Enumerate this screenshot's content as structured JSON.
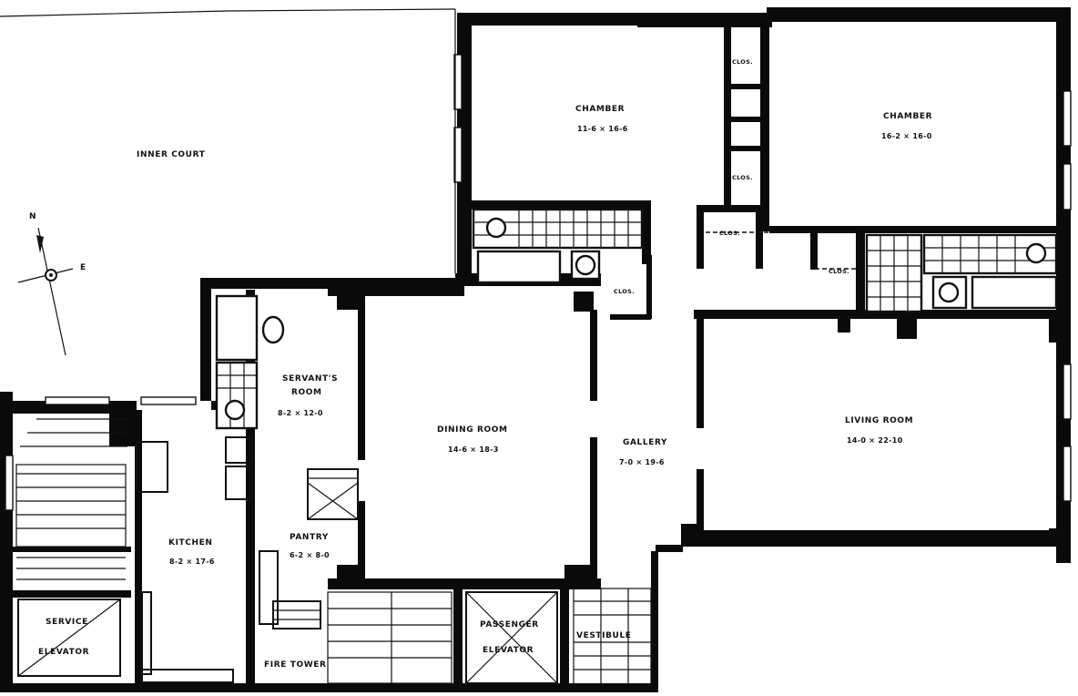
{
  "plan": {
    "inner_court": "INNER COURT",
    "compass": {
      "north": "N",
      "east": "E"
    },
    "rooms": {
      "chamber_1": {
        "name": "CHAMBER",
        "size": "11-6 × 16-6"
      },
      "chamber_2": {
        "name": "CHAMBER",
        "size": "16-2 × 16-0"
      },
      "servants_room": {
        "name_1": "SERVANT'S",
        "name_2": "ROOM",
        "size": "8-2 × 12-0"
      },
      "dining_room": {
        "name": "DINING ROOM",
        "size": "14-6 × 18-3"
      },
      "gallery": {
        "name": "GALLERY",
        "size": "7-0 × 19-6"
      },
      "living_room": {
        "name": "LIVING ROOM",
        "size": "14-0 × 22-10"
      },
      "kitchen": {
        "name": "KITCHEN",
        "size": "8-2 × 17-6"
      },
      "pantry": {
        "name": "PANTRY",
        "size": "6-2 × 8-0"
      },
      "service_elevator": {
        "name_1": "SERVICE",
        "name_2": "ELEVATOR"
      },
      "passenger_elevator": {
        "name_1": "PASSENGER",
        "name_2": "ELEVATOR"
      },
      "vestibule": {
        "name": "VESTIBULE"
      },
      "fire_tower": {
        "name": "FIRE TOWER"
      }
    },
    "closets": {
      "clos_1": "CLOS.",
      "clos_2": "CLOS.",
      "clos_3": "CLOS.",
      "clos_4": "CLOS.",
      "clos_5": "CLOS."
    }
  }
}
